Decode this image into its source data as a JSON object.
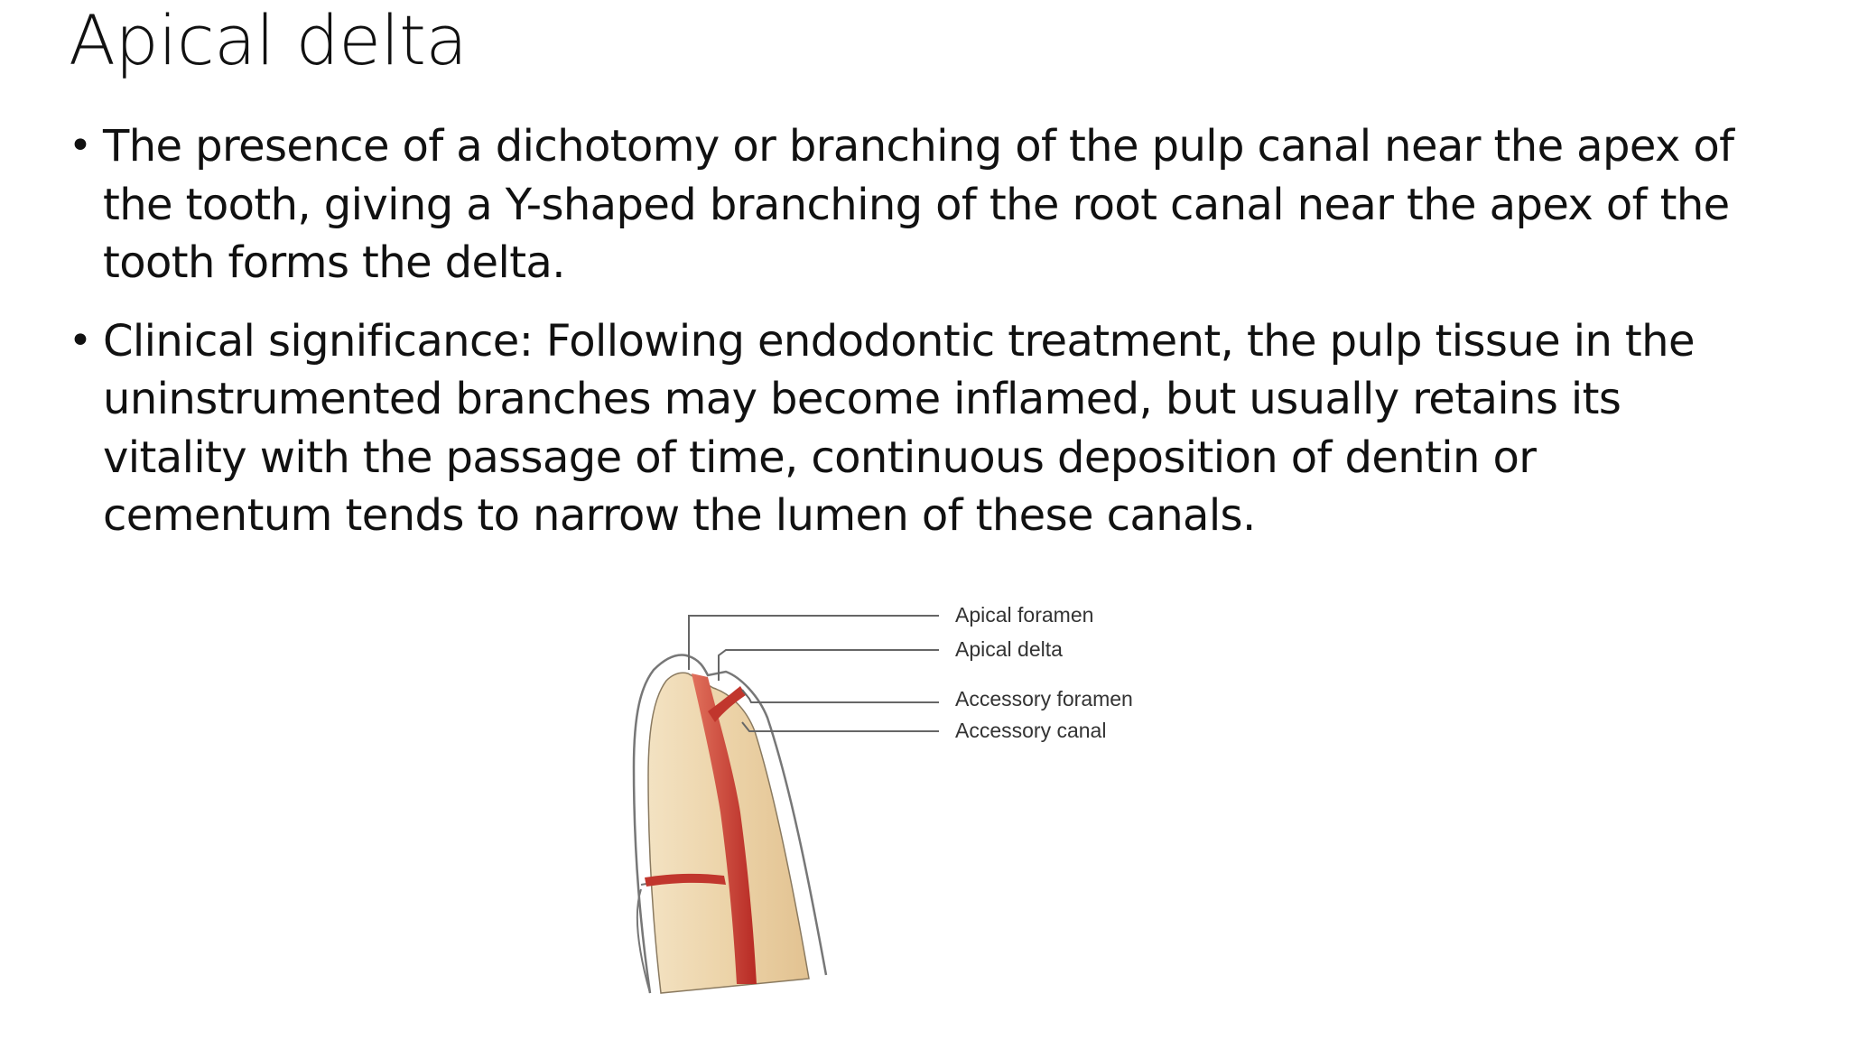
{
  "slide": {
    "title": "Apical delta",
    "bullets": [
      "The presence of a dichotomy or branching of the pulp canal near the apex of the tooth, giving a Y-shaped branching of the root canal near the apex of the tooth forms the delta.",
      "Clinical significance: Following endodontic treatment, the pulp tissue in the uninstrumented branches may become inflamed, but usually retains its vitality with the passage of time, continuous deposition of dentin or cementum tends to narrow the lumen of these canals."
    ],
    "bullet_symbol": "•"
  },
  "figure": {
    "labels": [
      "Apical foramen",
      "Apical delta",
      "Accessory foramen",
      "Accessory canal"
    ],
    "colors": {
      "dentin": "#ecd3a8",
      "pulp": "#c1362d",
      "pulp_highlight": "#df6a55",
      "cementum_outline": "#777777",
      "leader_line": "#666666"
    }
  }
}
